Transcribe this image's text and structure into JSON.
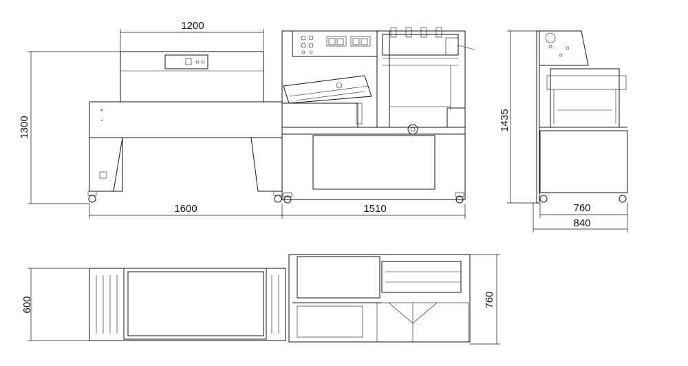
{
  "dimensions": {
    "front_top_width": "1200",
    "front_height": "1300",
    "tunnel_length": "1600",
    "sealer_length": "1510",
    "side_height": "1435",
    "side_inner_width": "760",
    "side_outer_width": "840",
    "top_tunnel_width": "600",
    "top_sealer_depth": "760"
  }
}
